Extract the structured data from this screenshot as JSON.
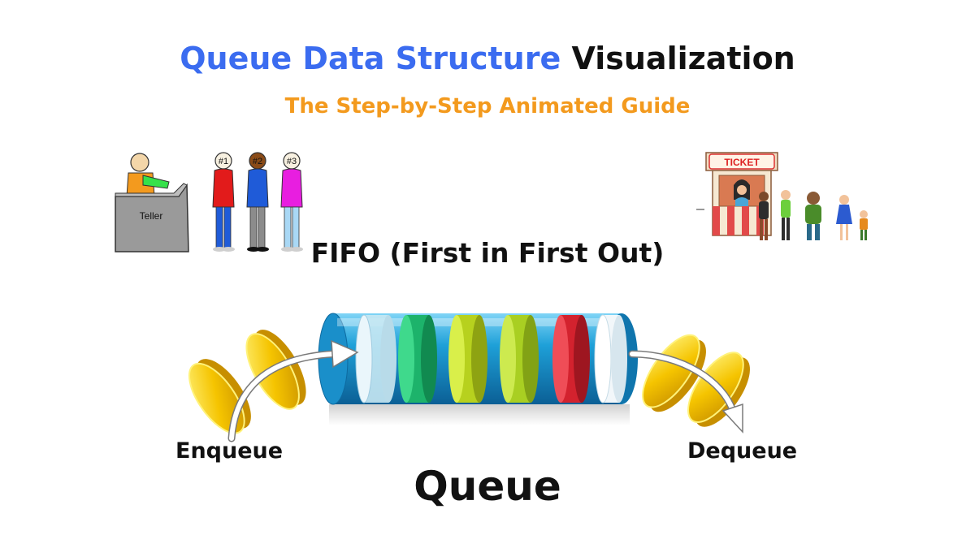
{
  "header": {
    "title_part1": "Queue Data Structure",
    "title_part2": "Visualization",
    "subtitle": "The Step-by-Step Animated Guide"
  },
  "teller_scene": {
    "desk_label": "Teller",
    "people": [
      "#1",
      "#2",
      "#3"
    ]
  },
  "ticket_scene": {
    "sign": "TICKET"
  },
  "concept": {
    "fifo_label": "FIFO (First in First Out)"
  },
  "diagram": {
    "enqueue_label": "Enqueue",
    "dequeue_label": "Dequeue",
    "queue_label": "Queue",
    "disc_colors": [
      "#d6eef7",
      "#1db36b",
      "#b7d11e",
      "#a9cf22",
      "#d3222e",
      "#f2f7fa"
    ]
  },
  "colors": {
    "title_accent": "#3b6cf0",
    "subtitle": "#f39a1e",
    "tube": "#1ea0d8",
    "coin": "#f5c400"
  }
}
